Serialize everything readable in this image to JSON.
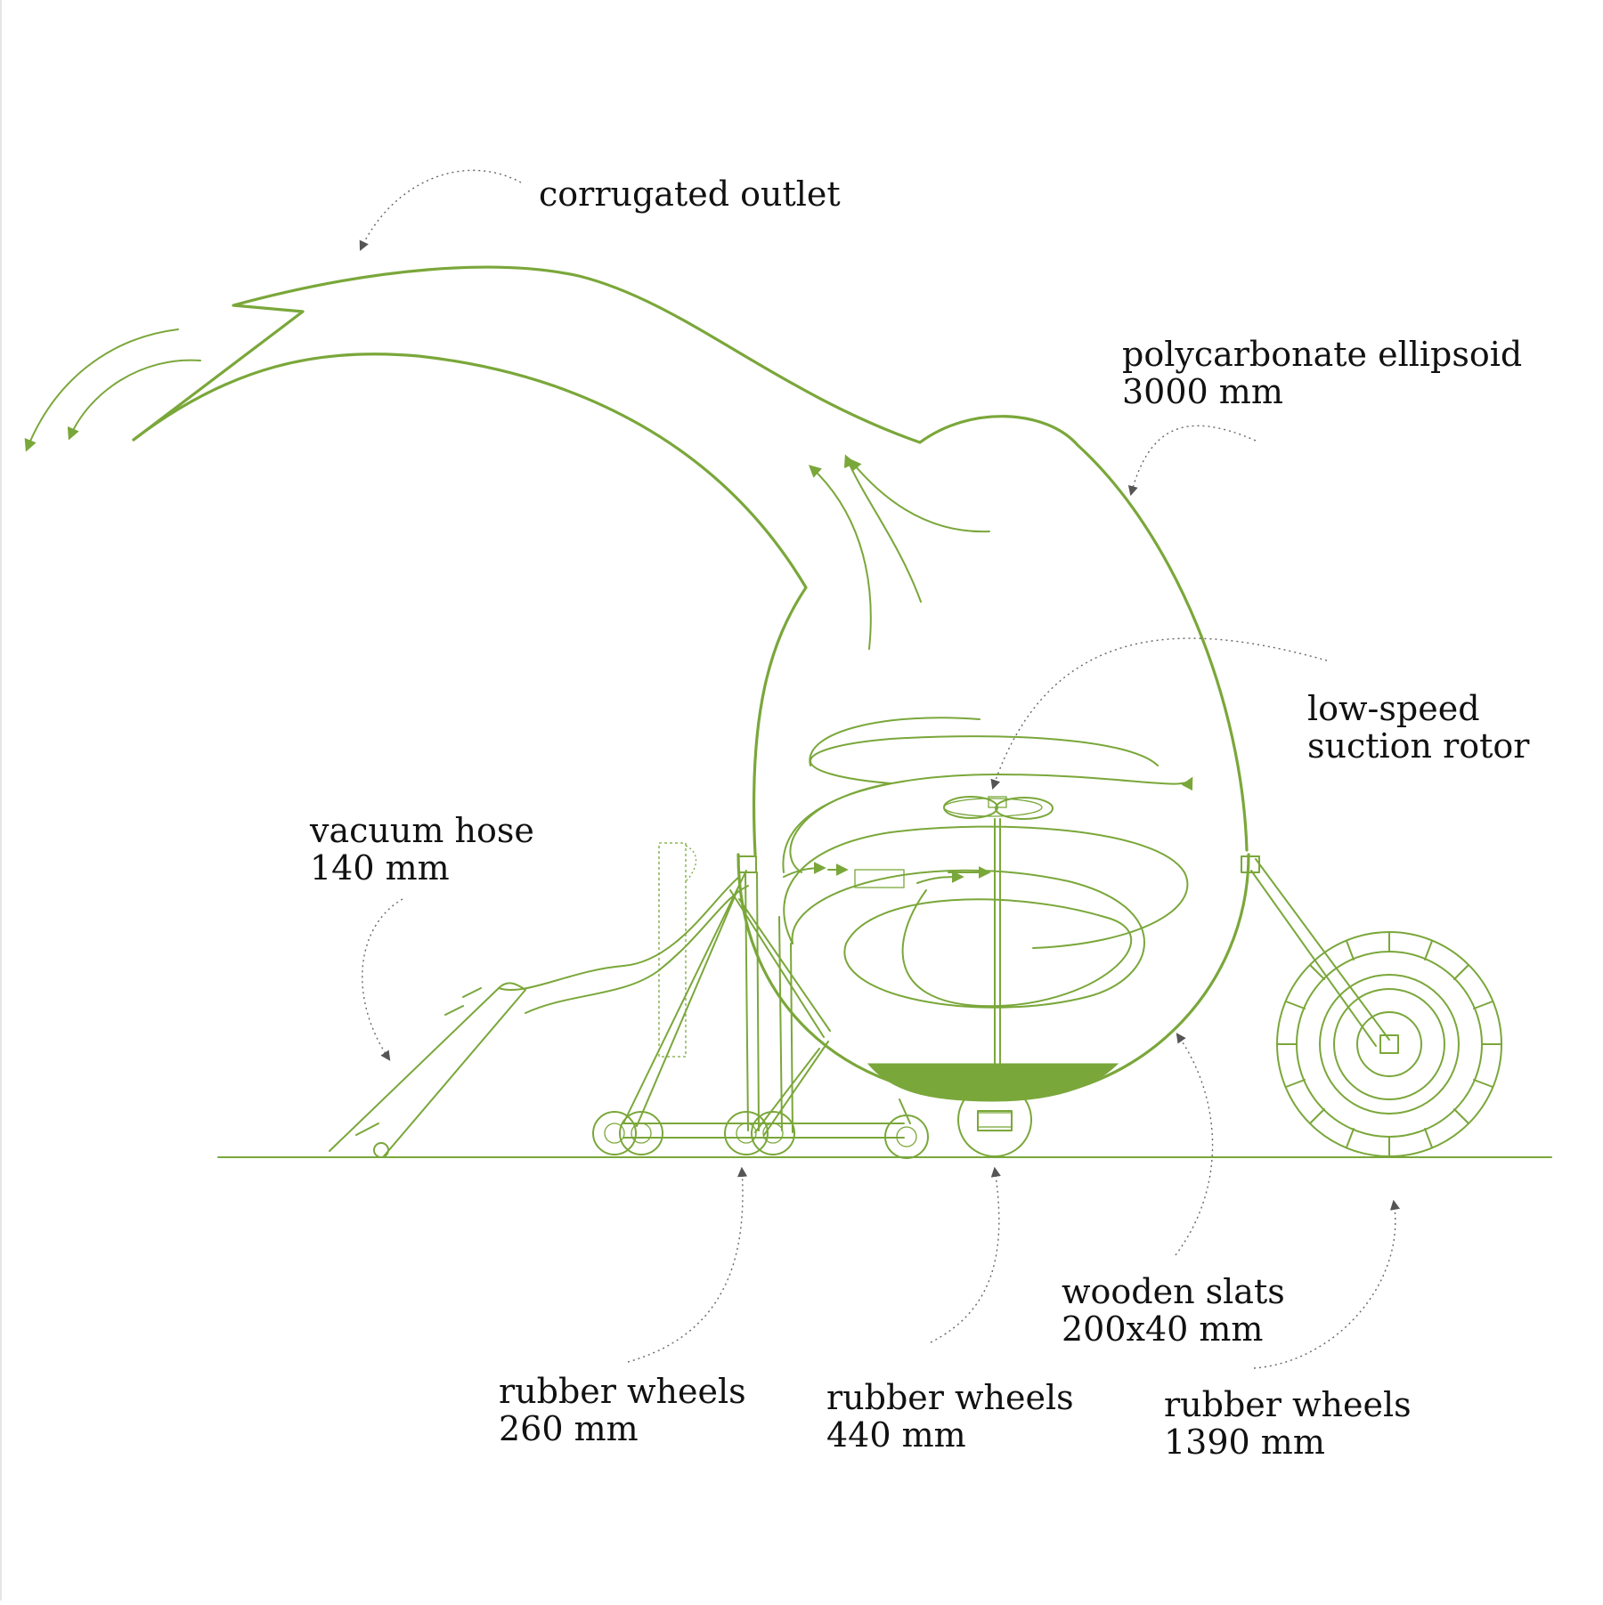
{
  "colors": {
    "line": "#7aa73a",
    "pointer": "#555555",
    "text": "#111111",
    "background": "#ffffff"
  },
  "labels": {
    "corrugated_outlet": "corrugated outlet",
    "ellipsoid": [
      "polycarbonate ellipsoid",
      "3000 mm"
    ],
    "rotor": [
      "low-speed",
      "suction rotor"
    ],
    "vacuum_hose": [
      "vacuum hose",
      "140 mm"
    ],
    "wooden_slats": [
      "wooden slats",
      "200x40 mm"
    ],
    "wheels_small": [
      "rubber wheels",
      "260 mm"
    ],
    "wheels_medium": [
      "rubber wheels",
      "440 mm"
    ],
    "wheels_large": [
      "rubber wheels",
      "1390 mm"
    ]
  }
}
